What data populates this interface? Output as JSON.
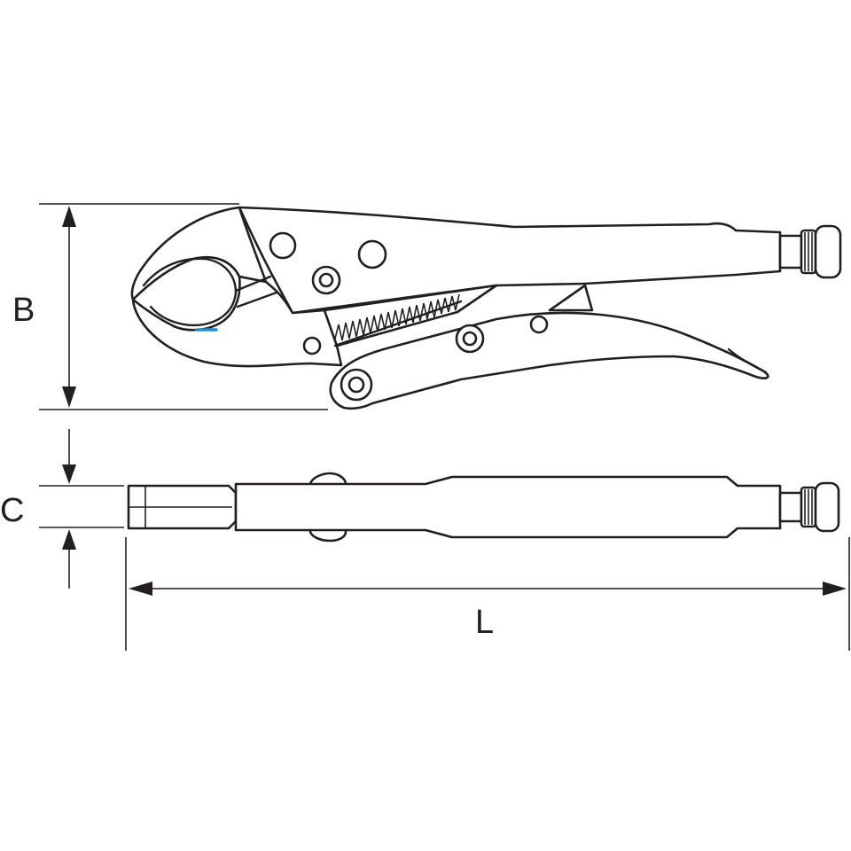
{
  "dimensions": {
    "height_label": "B",
    "width_label": "C",
    "length_label": "L"
  },
  "colors": {
    "line": "#231f20",
    "accent": "#1e90d6",
    "background": "#ffffff"
  }
}
